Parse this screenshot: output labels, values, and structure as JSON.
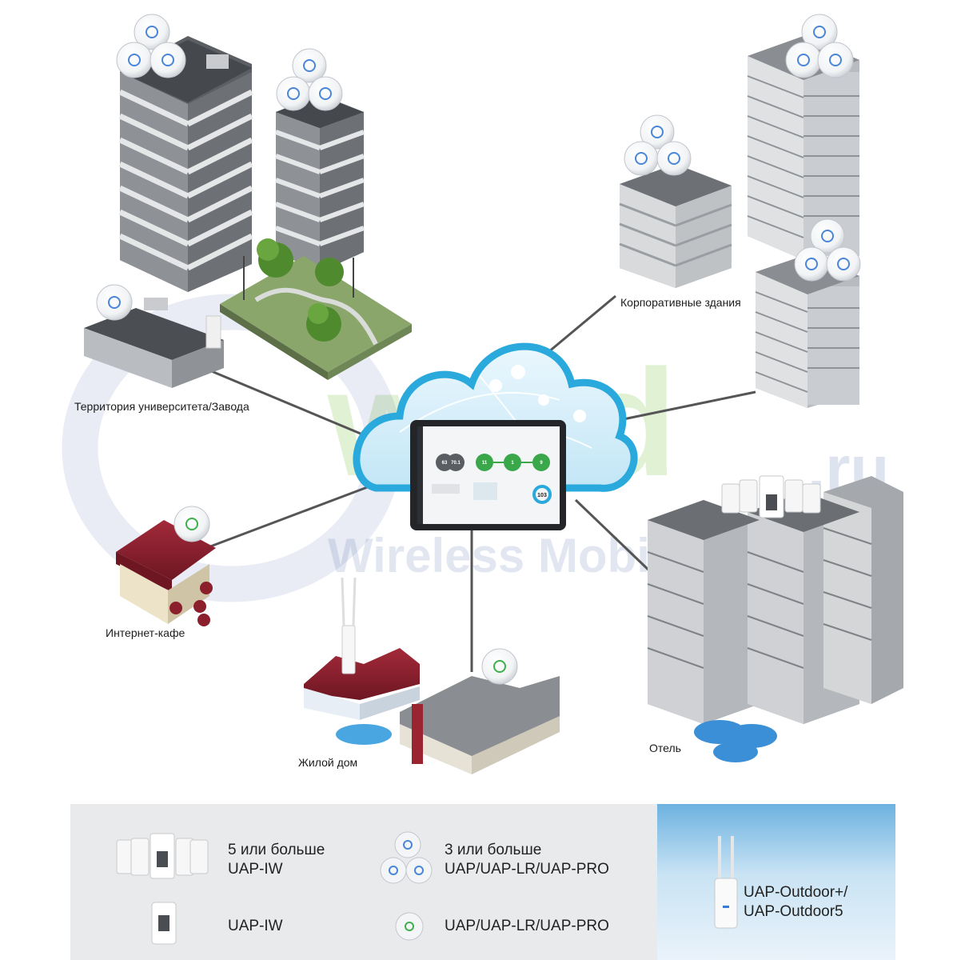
{
  "watermark": {
    "brand_main": "wmd",
    "brand_tld": ".ru",
    "tagline": "Wireless Mobile Devices"
  },
  "labels": {
    "university": "Территория университета/Завода",
    "corporate": "Корпоративные здания",
    "internet_cafe": "Интернет-кафе",
    "residential": "Жилой дом",
    "hotel": "Отель"
  },
  "dashboard": {
    "gauge_1": "63",
    "gauge_2": "70.1",
    "gauge_3": "11",
    "gauge_4": "1",
    "gauge_5": "9",
    "donut_value": "103"
  },
  "legend": {
    "uap_iw_many_line1": "5 или больше",
    "uap_iw_many_line2": "UAP-IW",
    "uap_many_line1": "3 или больше",
    "uap_many_line2": "UAP/UAP-LR/UAP-PRO",
    "uap_iw_single": "UAP-IW",
    "uap_single": "UAP/UAP-LR/UAP-PRO",
    "outdoor_line1": "UAP-Outdoor+/",
    "outdoor_line2": "UAP-Outdoor5"
  },
  "colors": {
    "cloud": "#2aa9dc",
    "line": "#555555",
    "roof_red": "#8b1f2c",
    "ap_ring_blue": "#4a86d8",
    "ap_ring_green": "#3cb04a"
  }
}
